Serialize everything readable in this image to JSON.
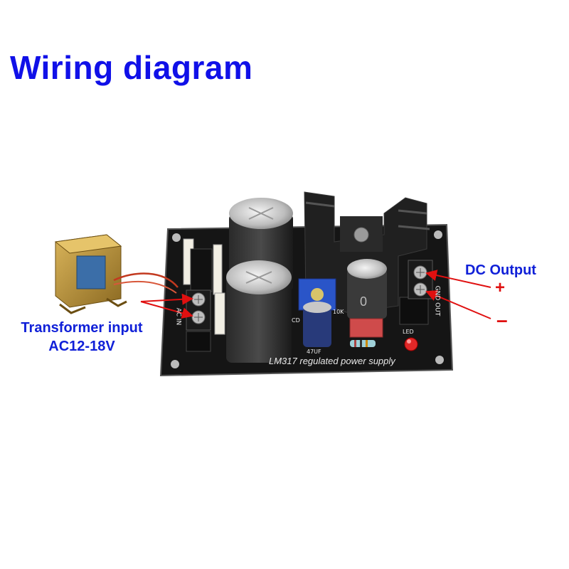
{
  "title": "Wiring diagram",
  "labels": {
    "transformer_line1": "Transformer input",
    "transformer_line2": "AC12-18V",
    "dc_output": "DC Output",
    "plus": "+",
    "minus": "–"
  },
  "board": {
    "silkscreen": "LM317 regulated power supply",
    "ac_in": "AC IN",
    "gnd_out": "GND OUT",
    "cap_label": "47UF",
    "led_label": "LED",
    "cd_label": "CD",
    "k_label": "10K"
  },
  "colors": {
    "title": "#1010e8",
    "label": "#1020d8",
    "arrow": "#e01010",
    "pcb": "#141414"
  }
}
